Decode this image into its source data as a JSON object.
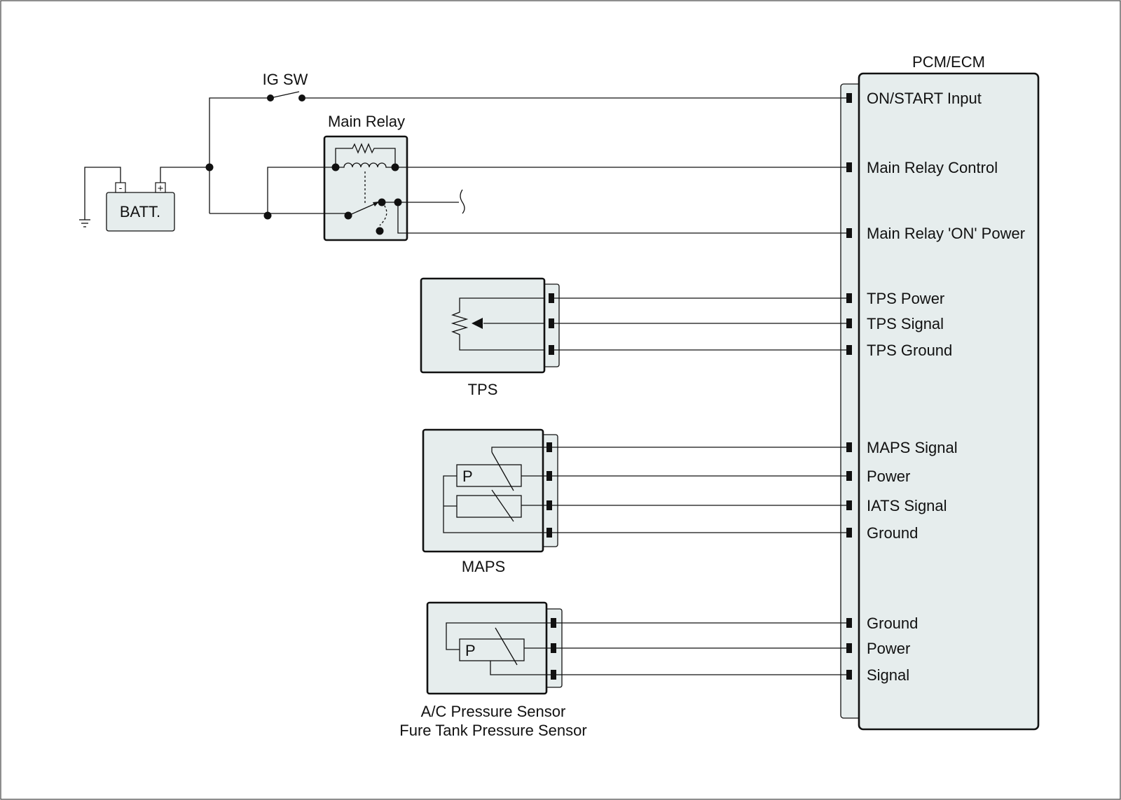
{
  "diagram": {
    "pcm": {
      "title": "PCM/ECM",
      "pins": [
        {
          "label": "ON/START Input"
        },
        {
          "label": "Main Relay Control"
        },
        {
          "label": "Main Relay 'ON' Power"
        },
        {
          "label": "TPS Power"
        },
        {
          "label": "TPS Signal"
        },
        {
          "label": "TPS Ground"
        },
        {
          "label": "MAPS Signal"
        },
        {
          "label": "Power"
        },
        {
          "label": "IATS Signal"
        },
        {
          "label": "Ground"
        },
        {
          "label": "Ground"
        },
        {
          "label": "Power"
        },
        {
          "label": "Signal"
        }
      ]
    },
    "ig_sw": {
      "label": "IG SW"
    },
    "main_relay": {
      "label": "Main Relay"
    },
    "battery": {
      "label": "BATT.",
      "neg_symbol": "-",
      "pos_symbol": "+"
    },
    "tps": {
      "label": "TPS"
    },
    "maps": {
      "label": "MAPS",
      "p_symbol": "P"
    },
    "ac_sensor": {
      "label_line1": "A/C Pressure Sensor",
      "label_line2": "Fure Tank Pressure Sensor",
      "p_symbol": "P"
    }
  }
}
